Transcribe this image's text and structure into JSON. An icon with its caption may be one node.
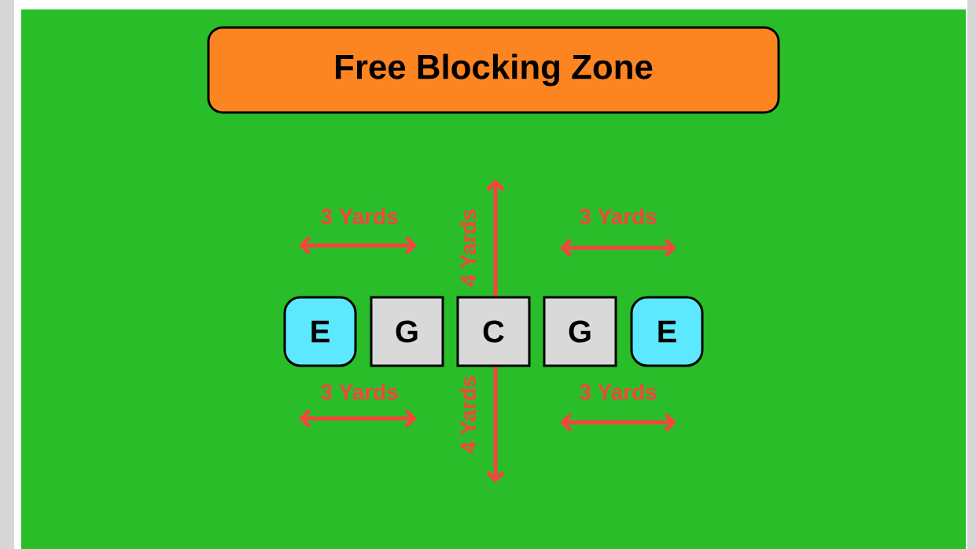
{
  "diagram": {
    "nodes": [
      {
        "text": [
          "Free Blocking Zone"
        ]
      },
      {
        "text": [
          "E"
        ]
      },
      {
        "text": [
          "G"
        ]
      },
      {
        "text": [
          "C"
        ]
      },
      {
        "text": [
          "G"
        ]
      },
      {
        "text": [
          "E"
        ]
      }
    ],
    "labels": [
      "3 Yards",
      "4 Yards",
      "3 Yards",
      "3 Yards",
      "4 Yards",
      "3 Yards"
    ]
  }
}
